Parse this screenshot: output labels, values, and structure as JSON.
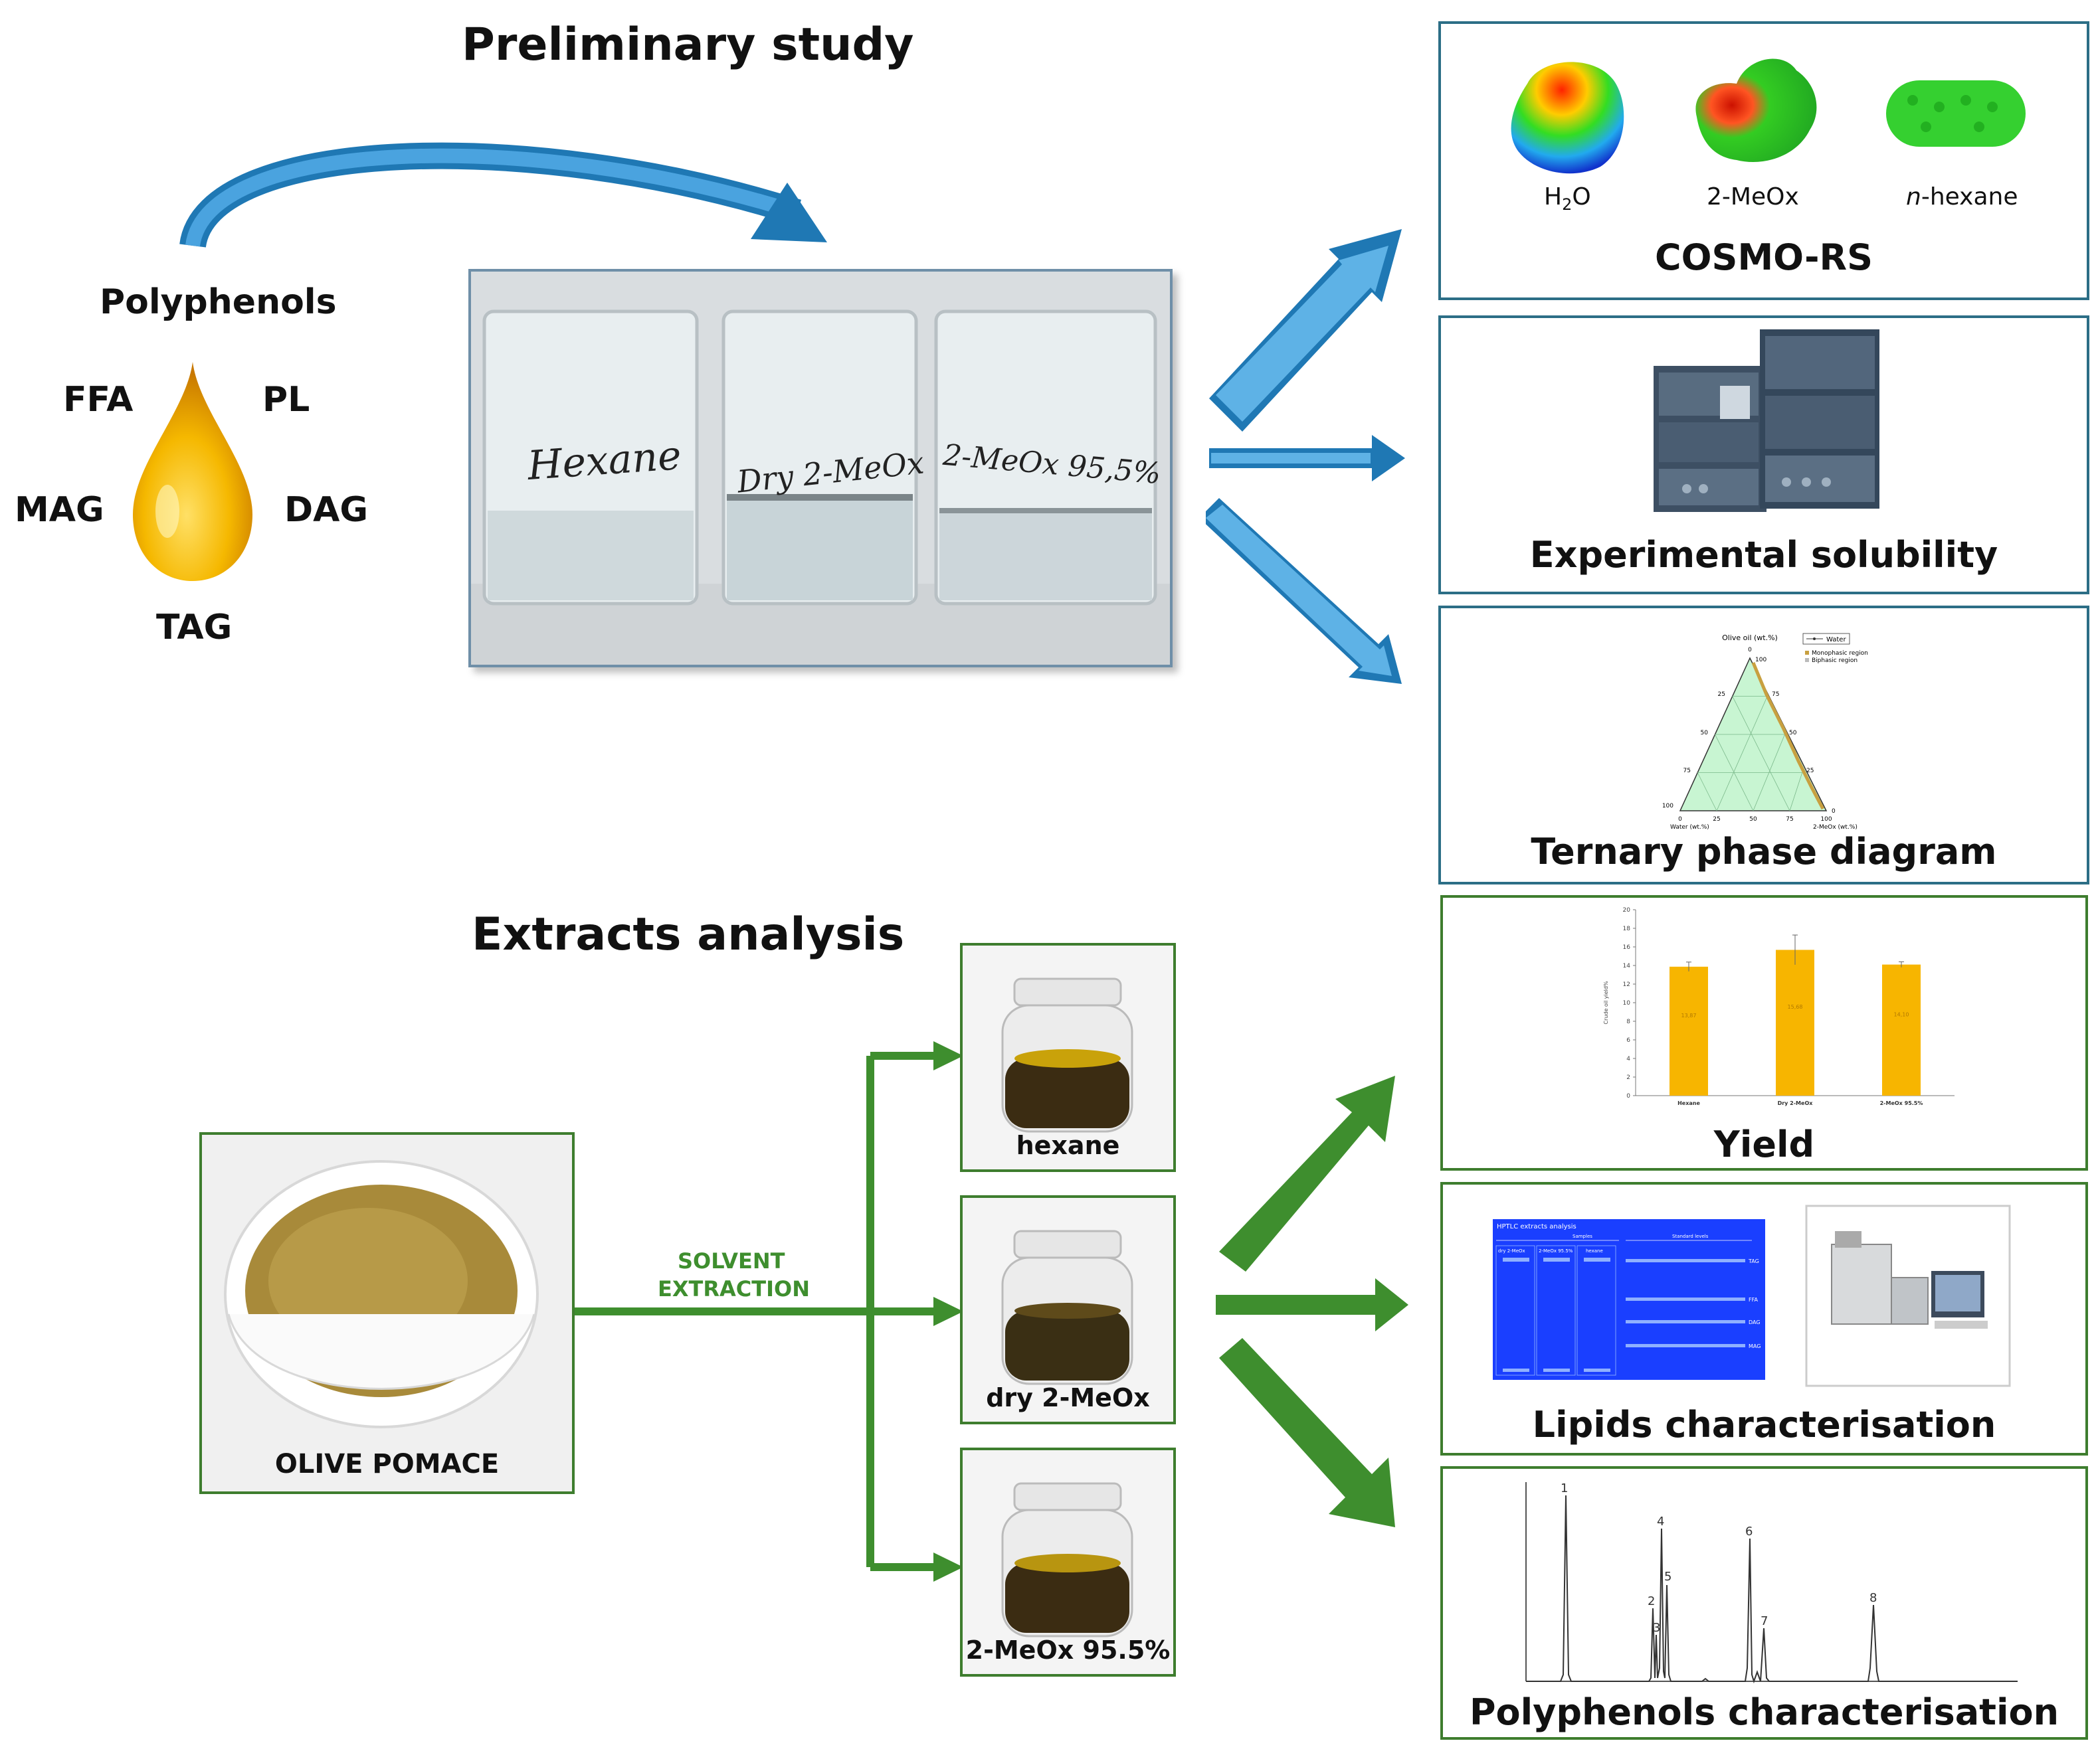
{
  "preliminary": {
    "title": "Preliminary study",
    "lipids": {
      "polyphenols": "Polyphenols",
      "ffa": "FFA",
      "pl": "PL",
      "mag": "MAG",
      "dag": "DAG",
      "tag": "TAG"
    },
    "beakers": [
      {
        "label": "Hexane"
      },
      {
        "label": "Dry 2-MeOx"
      },
      {
        "label": "2-MeOx 95,5%"
      }
    ]
  },
  "cosmo": {
    "title": "COSMO-RS",
    "molecules": [
      {
        "label_main": "H",
        "label_sub": "2",
        "label_tail": "O"
      },
      {
        "label": "2-MeOx"
      },
      {
        "label_italic": "n",
        "label_rest": "-hexane"
      }
    ]
  },
  "solubility": {
    "title": "Experimental solubility"
  },
  "ternary": {
    "title": "Ternary phase diagram",
    "top_axis": "Olive oil (wt.%)",
    "left_axis": "Water (wt.%)",
    "right_axis": "2-MeOx (wt.%)",
    "legend": {
      "line": "Water",
      "mono": "Monophasic region",
      "bi": "Biphasic region"
    },
    "left_ticks": [
      "0",
      "25",
      "50",
      "75",
      "100"
    ],
    "bottom_ticks": [
      "0",
      "25",
      "50",
      "75",
      "100"
    ],
    "right_ticks": [
      "100",
      "75",
      "50",
      "25",
      "0"
    ],
    "colors": {
      "monophasic": "#c8f5d2",
      "boundary": "#c8a040"
    }
  },
  "extracts": {
    "title": "Extracts analysis",
    "pomace_label": "OLIVE POMACE",
    "arrow_label_1": "SOLVENT",
    "arrow_label_2": "EXTRACTION",
    "jars": [
      {
        "label": "hexane"
      },
      {
        "label": "dry 2-MeOx"
      },
      {
        "label": "2-MeOx 95.5%"
      }
    ]
  },
  "yield": {
    "title": "Yield",
    "chart_data": {
      "type": "bar",
      "categories": [
        "Hexane",
        "Dry 2-MeOx",
        "2-MeOx 95.5%"
      ],
      "values": [
        13.87,
        15.68,
        14.1
      ],
      "value_labels": [
        "13,87",
        "15,68",
        "14,10"
      ],
      "errors": [
        0.5,
        1.6,
        0.3
      ],
      "ylabel": "Crude oil yield%",
      "ylim": [
        0,
        20
      ],
      "yticks": [
        0,
        2,
        4,
        6,
        8,
        10,
        12,
        14,
        16,
        18,
        20
      ],
      "bar_color": "#f7b500"
    }
  },
  "lipids_char": {
    "title": "Lipids characterisation",
    "hptlc": {
      "header": "HPTLC extracts analysis",
      "samples_label": "Samples",
      "standards_label": "Standard levels",
      "lanes": [
        "dry 2-MeOx",
        "2-MeOx 95.5%",
        "hexane"
      ],
      "band_labels": [
        "TAG",
        "FFA",
        "DAG",
        "MAG"
      ],
      "plate_color": "#1a3fff"
    }
  },
  "polyphenols_char": {
    "title": "Polyphenols characterisation",
    "peak_labels": [
      "1",
      "2",
      "3",
      "4",
      "5",
      "6",
      "7",
      "8"
    ]
  }
}
